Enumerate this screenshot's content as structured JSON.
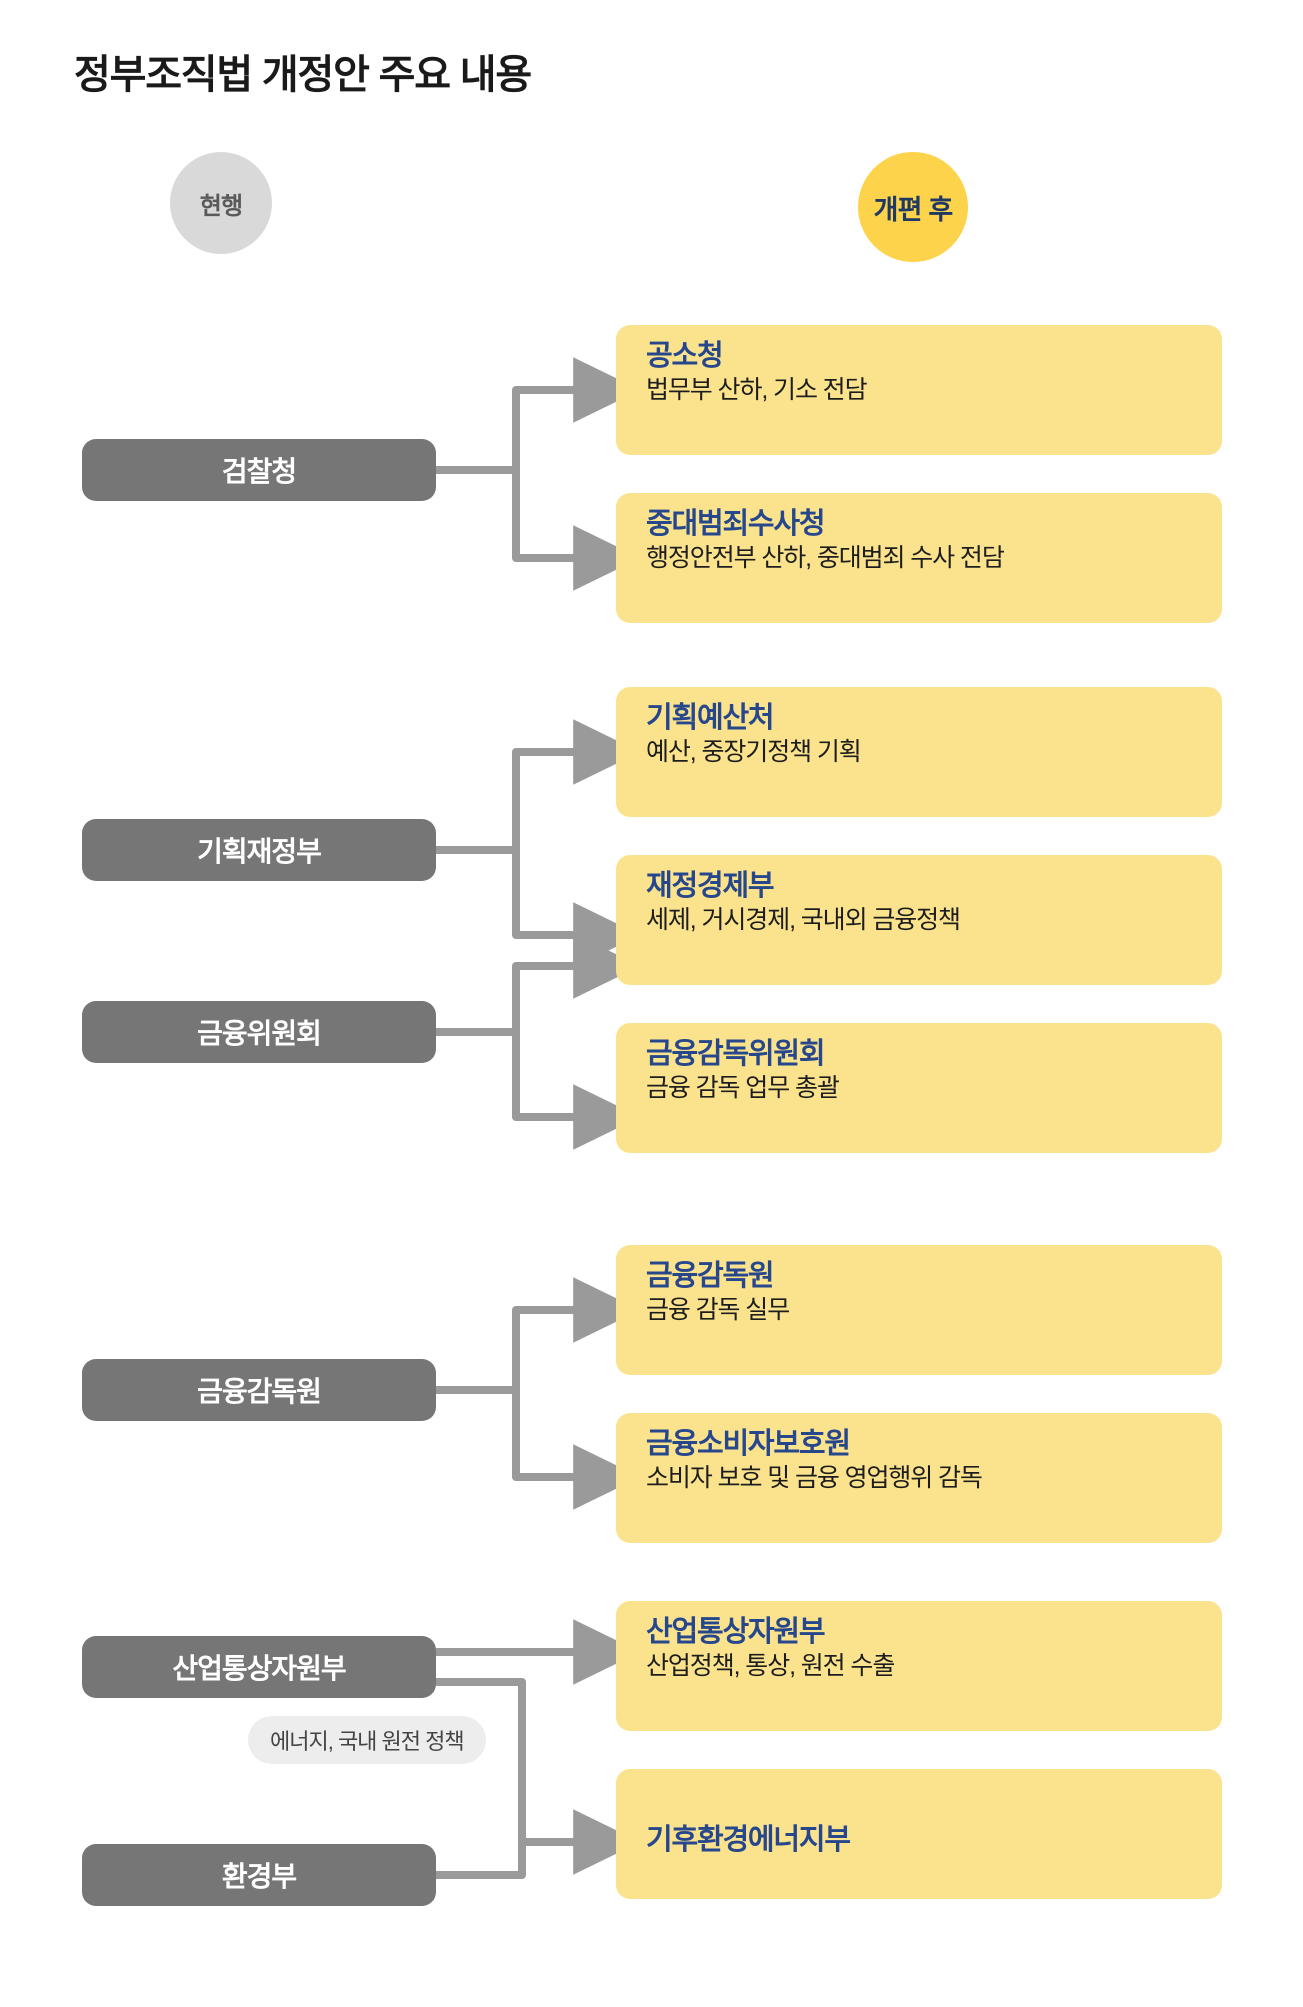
{
  "title": "정부조직법 개정안 주요 내용",
  "header": {
    "current_label": "현행",
    "new_label": "개편 후"
  },
  "colors": {
    "gray_box": "#767676",
    "yellow_card": "#fbe38e",
    "card_title": "#27478c",
    "accent_circle": "#fcd34a",
    "current_circle": "#d9d9d9",
    "connector": "#8c8c8c"
  },
  "groups": [
    {
      "sources": [
        {
          "label": "검찰청"
        }
      ],
      "targets": [
        {
          "title": "공소청",
          "desc": "법무부 산하, 기소 전담"
        },
        {
          "title": "중대범죄수사청",
          "desc": "행정안전부 산하, 중대범죄 수사 전담"
        }
      ]
    },
    {
      "sources": [
        {
          "label": "기획재정부"
        },
        {
          "label": "금융위원회"
        }
      ],
      "targets": [
        {
          "title": "기획예산처",
          "desc": "예산, 중장기정책 기획"
        },
        {
          "title": "재정경제부",
          "desc": "세제, 거시경제, 국내외 금융정책"
        },
        {
          "title": "금융감독위원회",
          "desc": "금융 감독 업무 총괄"
        }
      ]
    },
    {
      "sources": [
        {
          "label": "금융감독원"
        }
      ],
      "targets": [
        {
          "title": "금융감독원",
          "desc": "금융 감독 실무"
        },
        {
          "title": "금융소비자보호원",
          "desc": "소비자 보호 및 금융 영업행위 감독"
        }
      ]
    },
    {
      "sources": [
        {
          "label": "산업통상자원부"
        },
        {
          "label": "환경부"
        }
      ],
      "annotation": "에너지, 국내 원전 정책",
      "targets": [
        {
          "title": "산업통상자원부",
          "desc": "산업정책, 통상,  원전 수출"
        },
        {
          "title": "기후환경에너지부",
          "desc": ""
        }
      ]
    }
  ]
}
